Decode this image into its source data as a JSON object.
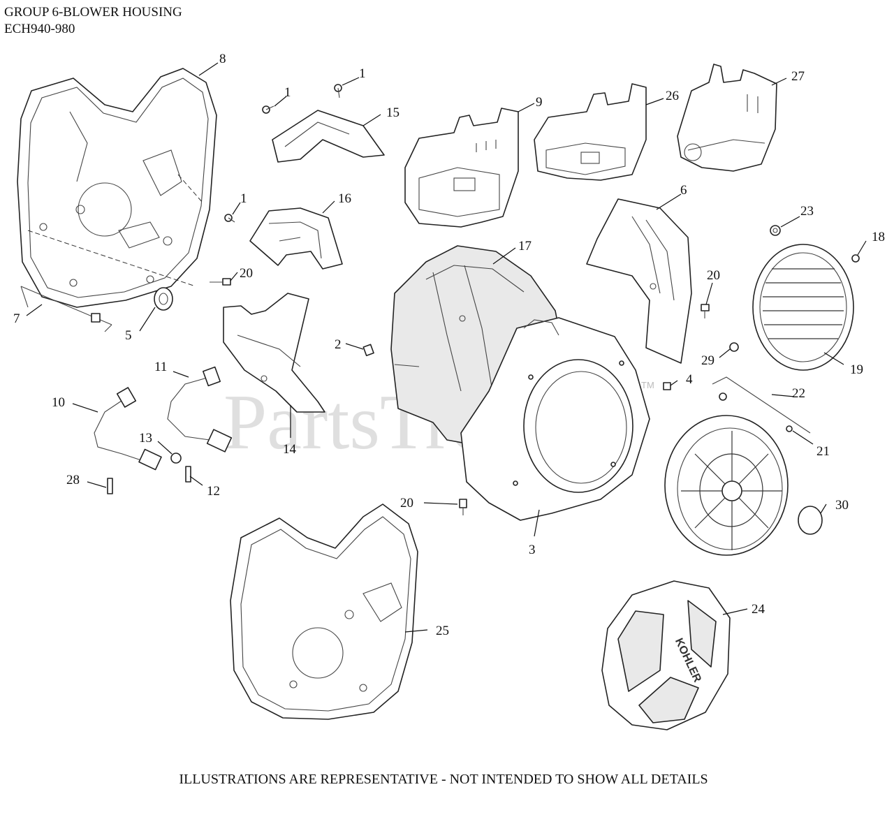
{
  "header": {
    "title": "GROUP 6-BLOWER HOUSING",
    "model": "ECH940-980"
  },
  "footer": {
    "note": "ILLUSTRATIONS ARE REPRESENTATIVE - NOT INTENDED TO SHOW ALL DETAILS"
  },
  "watermark": {
    "text": "PartsTree",
    "mark": "TM"
  },
  "grille_logo": "KOHLER",
  "callouts": {
    "c1a": "1",
    "c1b": "1",
    "c1c": "1",
    "c2": "2",
    "c3": "3",
    "c4": "4",
    "c5": "5",
    "c6": "6",
    "c7": "7",
    "c8": "8",
    "c9": "9",
    "c10": "10",
    "c11": "11",
    "c12": "12",
    "c13": "13",
    "c14": "14",
    "c15": "15",
    "c16": "16",
    "c17": "17",
    "c18": "18",
    "c19": "19",
    "c20a": "20",
    "c20b": "20",
    "c20c": "20",
    "c21": "21",
    "c22": "22",
    "c23": "23",
    "c24": "24",
    "c25": "25",
    "c26": "26",
    "c27": "27",
    "c28": "28",
    "c29": "29",
    "c30": "30"
  }
}
